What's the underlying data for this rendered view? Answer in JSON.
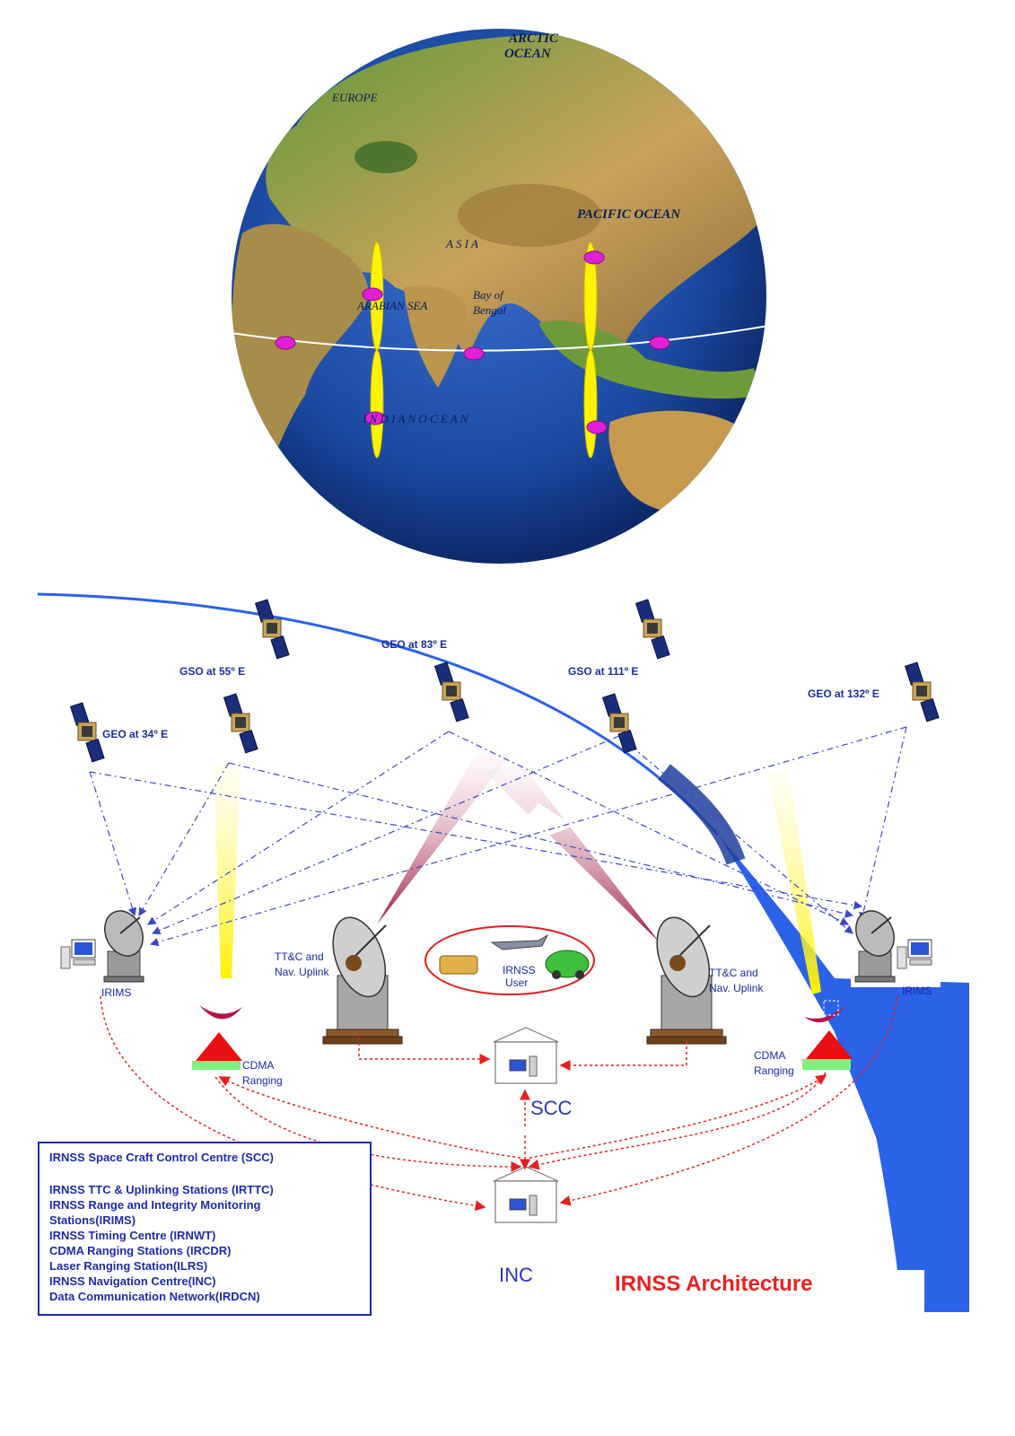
{
  "globe": {
    "arctic_line1": "ARCTIC",
    "arctic_line2": "OCEAN",
    "europe": "EUROPE",
    "pacific": "PACIFIC OCEAN",
    "asia": "A     S     I     A",
    "arabian_sea": "ARABIAN SEA",
    "bay_line1": "Bay of",
    "bay_line2": "Bengal",
    "indian_ocean": "I  N  D  I  A  N     O  C  E  A  N"
  },
  "satellites": {
    "geo34": "GEO at 34º E",
    "gso55": "GSO at 55º E",
    "geo83": "GEO at 83º E",
    "gso111": "GSO at 111º E",
    "geo132": "GEO at 132º E"
  },
  "stations": {
    "irims_left": "IRIMS",
    "irims_right": "IRIMS",
    "ttc_left_1": "TT&C and",
    "ttc_left_2": "Nav. Uplink",
    "ttc_right_1": "TT&C and",
    "ttc_right_2": "Nav. Uplink",
    "cdma_left_1": "CDMA",
    "cdma_left_2": "Ranging",
    "cdma_right_1": "CDMA",
    "cdma_right_2": "Ranging",
    "user_1": "IRNSS",
    "user_2": "User",
    "scc": "SCC",
    "inc": "INC"
  },
  "title": "IRNSS Architecture",
  "legend": [
    "IRNSS Space Craft Control Centre (SCC)",
    "IRNSS TTC & Uplinking Stations (IRTTC)",
    "IRNSS Range and Integrity Monitoring",
    "Stations(IRIMS)",
    "IRNSS Timing Centre (IRNWT)",
    "CDMA Ranging Stations (IRCDR)",
    "Laser Ranging Station(ILRS)",
    "IRNSS Navigation Centre(INC)",
    "Data Communication Network(IRDCN)"
  ],
  "colors": {
    "ocean": "#1f4fa8",
    "earth_blue": "#2a62e8",
    "link_blue": "#3d47c9",
    "link_red": "#e62020",
    "beam_yellow": "#fff200",
    "beam_maroon": "#a01840",
    "text_blue": "#1c2ca8",
    "title_red": "#e8221f"
  }
}
